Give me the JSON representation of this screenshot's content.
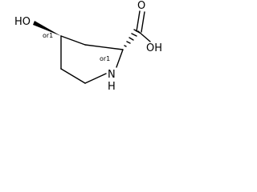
{
  "atoms": {
    "hydroxyl": "HO",
    "amine": "N",
    "amine_h": "H",
    "carboxyl_o": "O",
    "carboxyl_oh": "OH"
  },
  "stereo": {
    "c4_label": "or1",
    "c2_label": "or1"
  }
}
